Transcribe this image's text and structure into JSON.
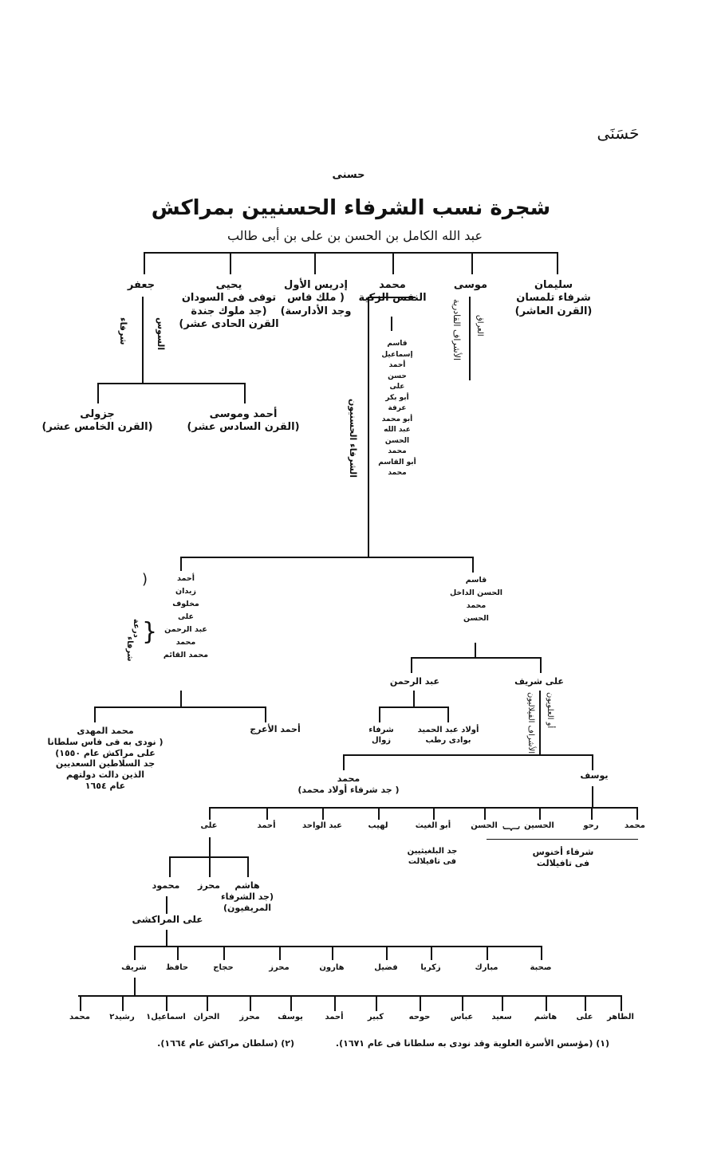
{
  "header": {
    "corner_label": "حَسَنَى",
    "small_label": "حسنى",
    "title": "شجرة نسب الشرفاء الحسنيين بمراكش",
    "root": "عبد الله الكامل بن الحسن بن على بن أبى طالب"
  },
  "gen1": {
    "sulayman": [
      "سليمان",
      "شرفاء تلمسان",
      "(القرن العاشر)"
    ],
    "musa": [
      "موسى"
    ],
    "musa_note": "الأشراف القادرية",
    "musa_note2": "العراق",
    "muhammad": [
      "محمد",
      "النفس الزكية"
    ],
    "idris": [
      "إدريس الأول",
      "( ملك فاس",
      "وجد الأدارسة)"
    ],
    "yahya": [
      "يحيى",
      "توفى فى السودان",
      "(جد ملوك جندة",
      "القرن الحادى عشر)"
    ],
    "jafar": [
      "جعفر"
    ],
    "jafar_note1": "شرفاء",
    "jafar_note2": "السوس"
  },
  "jafar_children": {
    "ahmad_musa": [
      "أحمد وموسى",
      "(القرن السادس عشر)"
    ],
    "jazuli": [
      "جزولى",
      "(القرن الخامس عشر)"
    ]
  },
  "hasaniyun_label": "الشرفاء الحسنيون",
  "lineage_column": [
    "قاسم",
    "إسماعيل",
    "أحمد",
    "حسن",
    "على",
    "أبو بكر",
    "عرفة",
    "أبو محمد",
    "عبد الله",
    "الحسن",
    "محمد",
    "أبو القاسم",
    "محمد"
  ],
  "saadi_column": [
    "أحمد",
    "زيدان",
    "مخلوف",
    "على",
    "عبد الرحمن",
    "محمد",
    "محمد القائم"
  ],
  "saadi_label": "شرفاء",
  "saadi_label2": "درعة",
  "saadi_children": {
    "mahdi": [
      "محمد المهدى",
      "( نودى به فى فاس سلطانا",
      "على مراكش عام ١٥٥٠)",
      "جد السلاطين السعديين",
      "الذين دالت دولتهم",
      "عام ١٦٥٤"
    ],
    "araj": "أحمد الأعرج"
  },
  "qasim_column": [
    "قاسم",
    "الحسن الداخل",
    "محمد",
    "الحسن"
  ],
  "hasan_children": {
    "abd_rahman": "عبد الرحمن",
    "ali_sharif": "على شريف"
  },
  "filali_labels": [
    "الأشراف الفيلاليون",
    "أو العلويون"
  ],
  "abd_rahman_children": {
    "awlad_hamid": [
      "أولاد عبد الحميد",
      "بوادى رطب"
    ],
    "zawal": [
      "شرفاء",
      "زوال"
    ]
  },
  "level_gen": {
    "muhammad": [
      "محمد",
      "( جد شرفاء أولاد محمد)"
    ],
    "yusuf": "يوسف"
  },
  "gen_row": [
    "محمد",
    "رحو",
    "الحسين",
    "الحسن",
    "أبو الغيث",
    "لهيب",
    "عبد الواحد",
    "أحمد",
    "على"
  ],
  "ghaith_note": [
    "جد البلغيثيين",
    "فى تافيلالت"
  ],
  "akhnous_note": [
    "شرفاء أخنوس",
    "فى تافيلالت"
  ],
  "ali_children": {
    "hashim": [
      "هاشم",
      "(جد الشرفاء",
      "المريفيون)"
    ],
    "muhriz": "محرز",
    "mahmud": "محمود"
  },
  "ali_marrakushi": "على المراكشى",
  "row2": [
    "صحبة",
    "مبارك",
    "زكريا",
    "فضيل",
    "هارون",
    "محرز",
    "حجاج",
    "حافظ",
    "شريف"
  ],
  "row3": [
    "الطاهر",
    "على",
    "هاشم",
    "سعيد",
    "عباس",
    "حوحه",
    "كبير",
    "أحمد",
    "يوسف",
    "محرز",
    "الحران",
    "اسماعيل١",
    "رشيد٢",
    "محمد"
  ],
  "footnotes": [
    "(١) (مؤسس الأسرة العلوية وقد نودى به سلطانا فى عام ١٦٧١).",
    "(٢) (سلطان مراكش عام ١٦٦٤)."
  ]
}
